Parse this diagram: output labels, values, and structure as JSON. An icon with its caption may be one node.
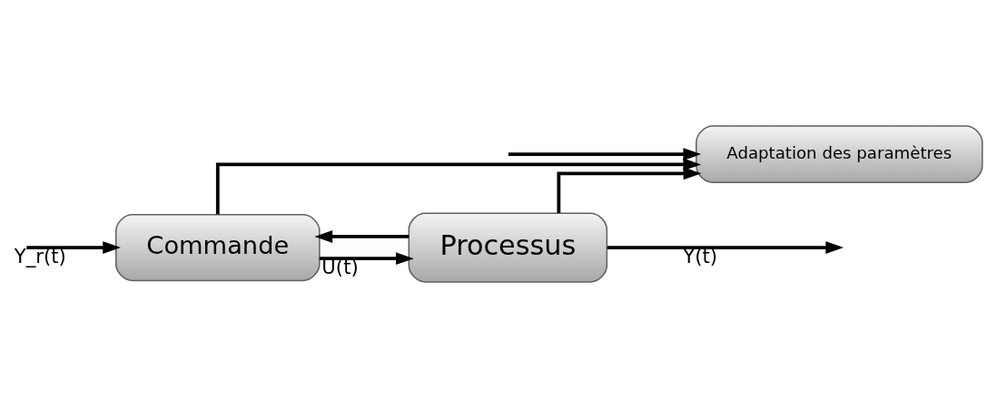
{
  "diagram": {
    "nodes": [
      {
        "text": [
          "Adaptation des paramètres"
        ]
      },
      {
        "text": [
          "Commande"
        ]
      },
      {
        "text": [
          "Processus"
        ]
      }
    ],
    "edges": [
      {
        "from": null,
        "to": 1,
        "arrow": "to",
        "label": "Y_r(t)"
      },
      {
        "from": null,
        "to": 0,
        "arrow": "to"
      },
      {
        "from": 1,
        "to": 2,
        "arrow": "to",
        "label": "U(t)"
      },
      {
        "from": 1,
        "to": 0,
        "arrow": "to"
      },
      {
        "from": 2,
        "to": null,
        "arrow": "to",
        "label": "Y(t)"
      },
      {
        "from": 2,
        "to": 0,
        "arrow": "to"
      },
      {
        "from": 2,
        "to": 1,
        "arrow": "to"
      }
    ]
  }
}
